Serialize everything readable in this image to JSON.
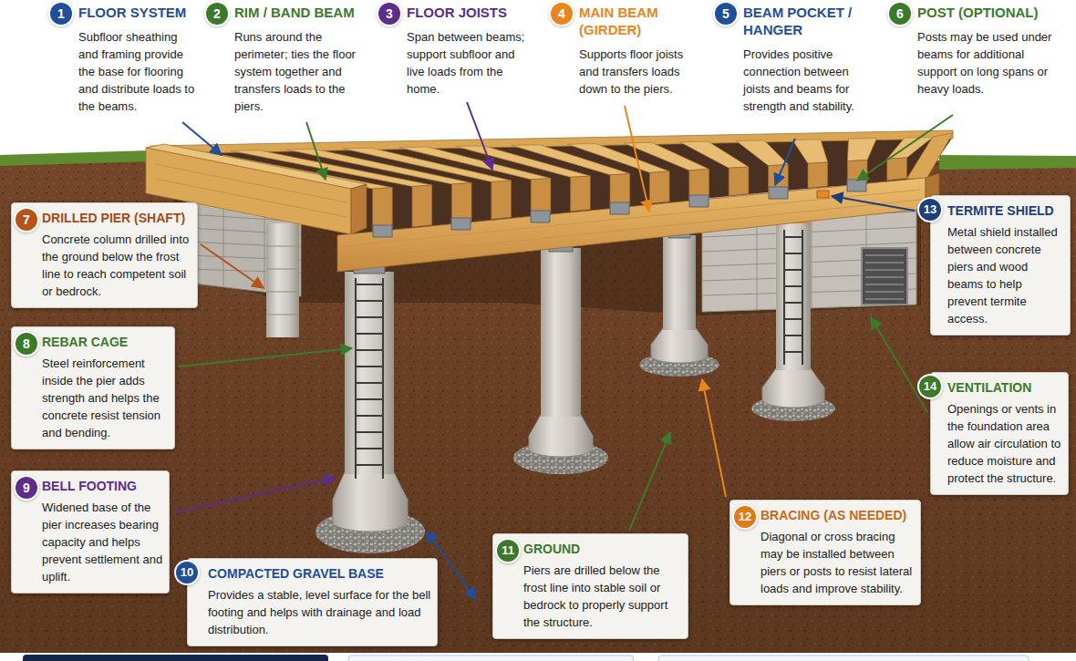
{
  "diagram": {
    "nodes": [
      {
        "text": [
          "1",
          "FLOOR SYSTEM",
          "Subfloor sheathing and framing provide the base for flooring and distribute loads to the beams."
        ]
      },
      {
        "text": [
          "2",
          "RIM / BAND BEAM",
          "Runs around the perimeter; ties the floor system together and transfers loads to the piers."
        ]
      },
      {
        "text": [
          "3",
          "FLOOR JOISTS",
          "Span between beams; support subfloor and live loads from the home."
        ]
      },
      {
        "text": [
          "4",
          "MAIN BEAM (GIRDER)",
          "Supports floor joists and transfers loads down to the piers."
        ]
      },
      {
        "text": [
          "5",
          "BEAM POCKET / HANGER",
          "Provides positive connection between joists and beams for strength and stability."
        ]
      },
      {
        "text": [
          "6",
          "POST (OPTIONAL)",
          "Posts may be used under beams for additional support on long spans or heavy loads."
        ]
      },
      {
        "text": [
          "7",
          "DRILLED PIER (SHAFT)",
          "Concrete column drilled into the ground below the frost line to reach competent soil or bedrock."
        ]
      },
      {
        "text": [
          "8",
          "REBAR CAGE",
          "Steel reinforcement inside the pier adds strength and helps the concrete resist tension and bending."
        ]
      },
      {
        "text": [
          "9",
          "BELL FOOTING",
          "Widened base of the pier increases bearing capacity and helps prevent settlement and uplift."
        ]
      },
      {
        "text": [
          "10",
          "COMPACTED GRAVEL BASE",
          "Provides a stable, level surface for the bell footing and helps with drainage and load distribution."
        ]
      },
      {
        "text": [
          "11",
          "GROUND",
          "Piers are drilled below the frost line into stable soil or bedrock to properly support the structure."
        ]
      },
      {
        "text": [
          "12",
          "BRACING (AS NEEDED)",
          "Diagonal or cross bracing may be installed between piers or posts to resist lateral loads and improve stability."
        ]
      },
      {
        "text": [
          "13",
          "TERMITE SHIELD",
          "Metal shield installed between concrete piers and wood beams to help prevent termite access."
        ]
      },
      {
        "text": [
          "14",
          "VENTILATION",
          "Openings or vents in the foundation area allow air circulation to reduce moisture and protect the structure."
        ]
      }
    ]
  }
}
